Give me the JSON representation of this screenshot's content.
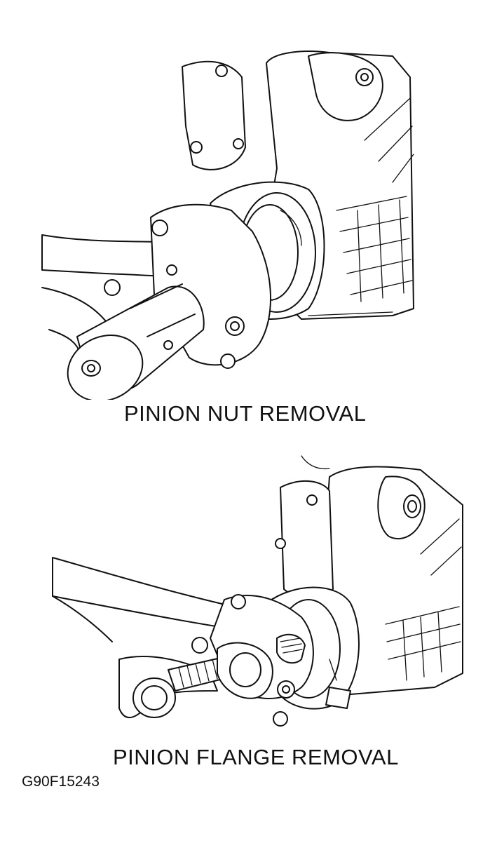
{
  "figures": [
    {
      "caption": "PINION NUT REMOVAL"
    },
    {
      "caption": "PINION FLANGE REMOVAL"
    }
  ],
  "figure_id": "G90F15243",
  "colors": {
    "line": "#111111",
    "background": "#ffffff"
  }
}
